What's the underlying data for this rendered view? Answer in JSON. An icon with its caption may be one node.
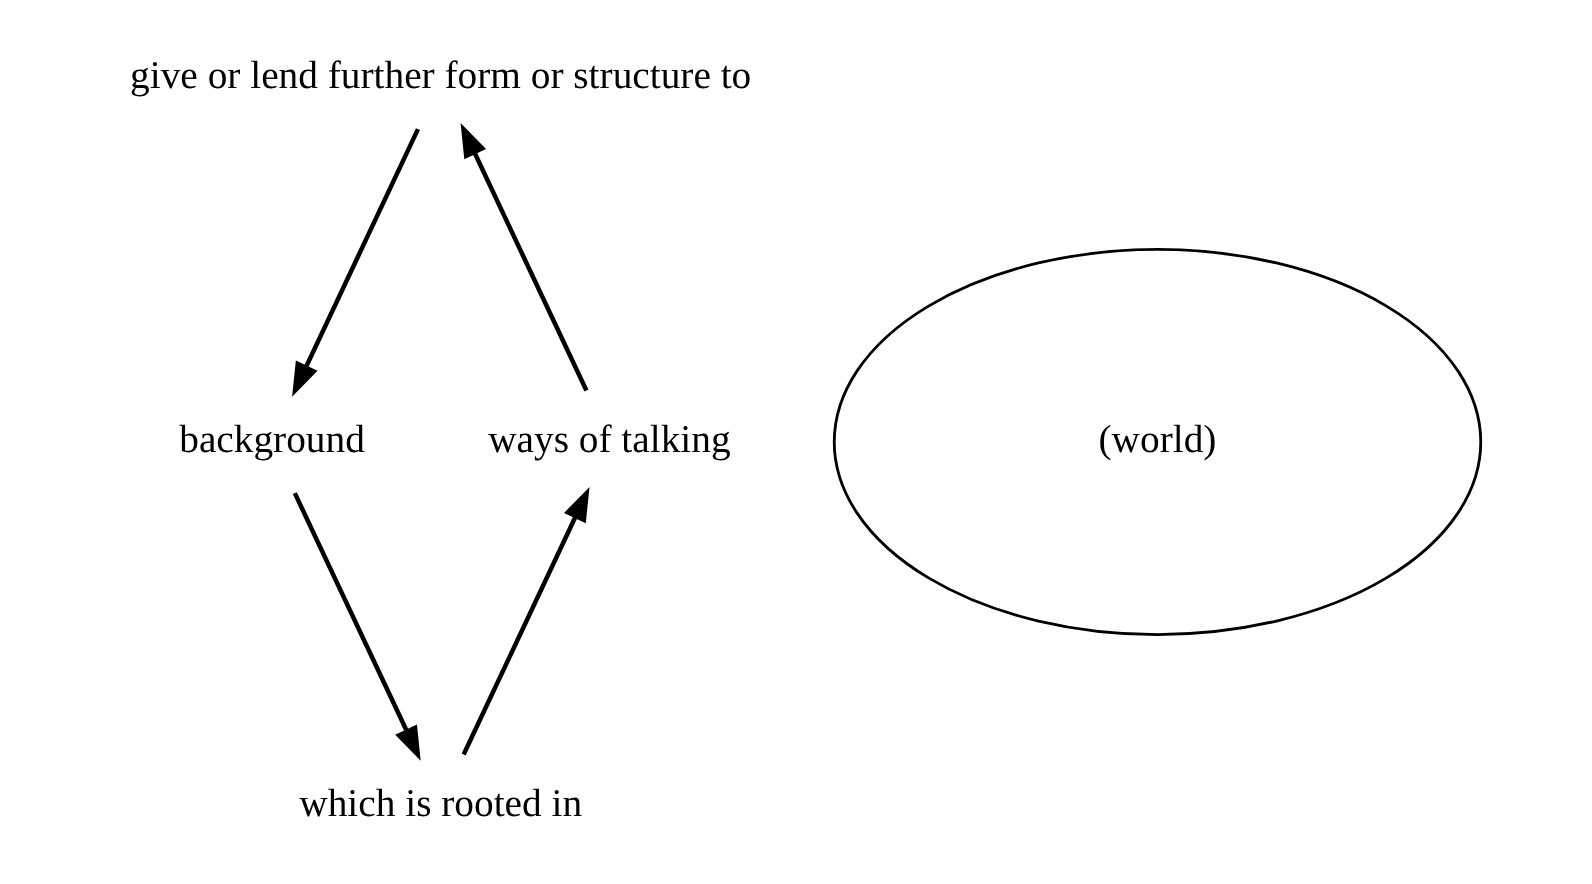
{
  "diagram": {
    "nodes": [
      {
        "text": [
          "give or lend further form or structure to"
        ]
      },
      {
        "text": [
          "background"
        ]
      },
      {
        "text": [
          "(world)"
        ]
      },
      {
        "text": [
          "ways of talking"
        ]
      },
      {
        "text": [
          "which is rooted in"
        ]
      }
    ],
    "edges": [
      {
        "from": 0,
        "to": 1,
        "arrow": "to"
      },
      {
        "from": 1,
        "to": 4,
        "arrow": "to"
      },
      {
        "from": 4,
        "to": 3,
        "arrow": "to"
      },
      {
        "from": 3,
        "to": 0,
        "arrow": "to"
      }
    ]
  }
}
